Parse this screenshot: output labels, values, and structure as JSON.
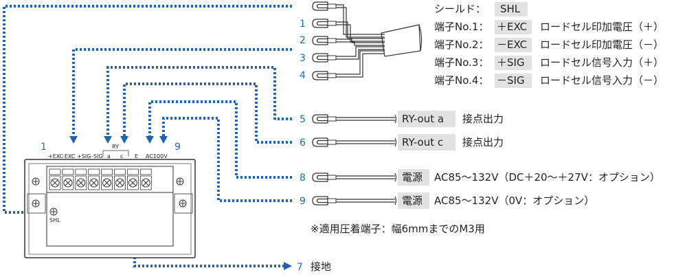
{
  "terminals": [
    {
      "num": "",
      "prefix": "シールド：",
      "tag": "SHL",
      "desc": ""
    },
    {
      "num": "1",
      "prefix": "端子No.1：",
      "tag": "＋EXC",
      "desc": "ロードセル印加電圧（＋）"
    },
    {
      "num": "2",
      "prefix": "端子No.2：",
      "tag": "－EXC",
      "desc": "ロードセル印加電圧（－）"
    },
    {
      "num": "3",
      "prefix": "端子No.3：",
      "tag": "＋SIG",
      "desc": "ロードセル信号入力（＋）"
    },
    {
      "num": "4",
      "prefix": "端子No.4：",
      "tag": "－SIG",
      "desc": "ロードセル信号入力（－）"
    }
  ],
  "outputs": [
    {
      "num": "5",
      "tag": "RY-out a",
      "desc": "接点出力"
    },
    {
      "num": "6",
      "tag": "RY-out c",
      "desc": "接点出力"
    },
    {
      "num": "8",
      "tag": "電源",
      "desc": "AC85～132V（DC＋20～＋27V：オプション）"
    },
    {
      "num": "9",
      "tag": "電源",
      "desc": "AC85～132V（0V：オプション）"
    }
  ],
  "ground": {
    "num": "7",
    "label": "接地"
  },
  "note": "※適用圧着端子：幅6mmまでのM3用",
  "device": {
    "start_num": "1",
    "end_num": "9",
    "labels": [
      "+EXC",
      "-EXC",
      "+SIG",
      "-SIG",
      "a",
      "c",
      "E",
      "AC100V"
    ],
    "ry_label": "RY",
    "shl_label": "SHL"
  },
  "colors": {
    "accent": "#1f64b4",
    "number": "#1a6fb8",
    "tag_bg": "#e2e2e2"
  }
}
